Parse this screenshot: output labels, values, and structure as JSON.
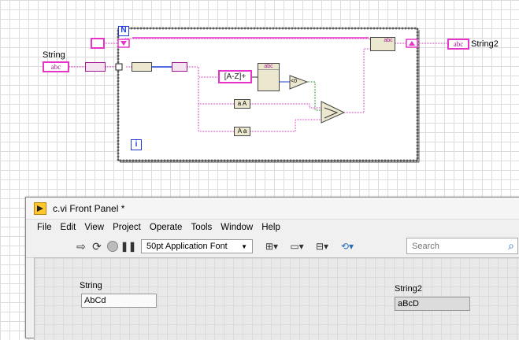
{
  "diagram": {
    "string_label": "String",
    "string2_label": "String2",
    "loop_count_label": "N",
    "loop_iter_label": "i",
    "string_terminal_text": "abc",
    "string2_terminal_text": "abc",
    "regex_constant": "[A-Z]+",
    "to_lower_text": "a A",
    "to_upper_text": "A a",
    "compare_text": "<0",
    "search_func_text": "abc",
    "concat_text": "abc"
  },
  "window": {
    "title": "c.vi Front Panel *"
  },
  "menu": [
    "File",
    "Edit",
    "View",
    "Project",
    "Operate",
    "Tools",
    "Window",
    "Help"
  ],
  "toolbar": {
    "font_label": "50pt Application Font",
    "search_placeholder": "Search"
  },
  "panel": {
    "string_label": "String",
    "string_value": "AbCd",
    "string2_label": "String2",
    "string2_value": "aBcD"
  }
}
